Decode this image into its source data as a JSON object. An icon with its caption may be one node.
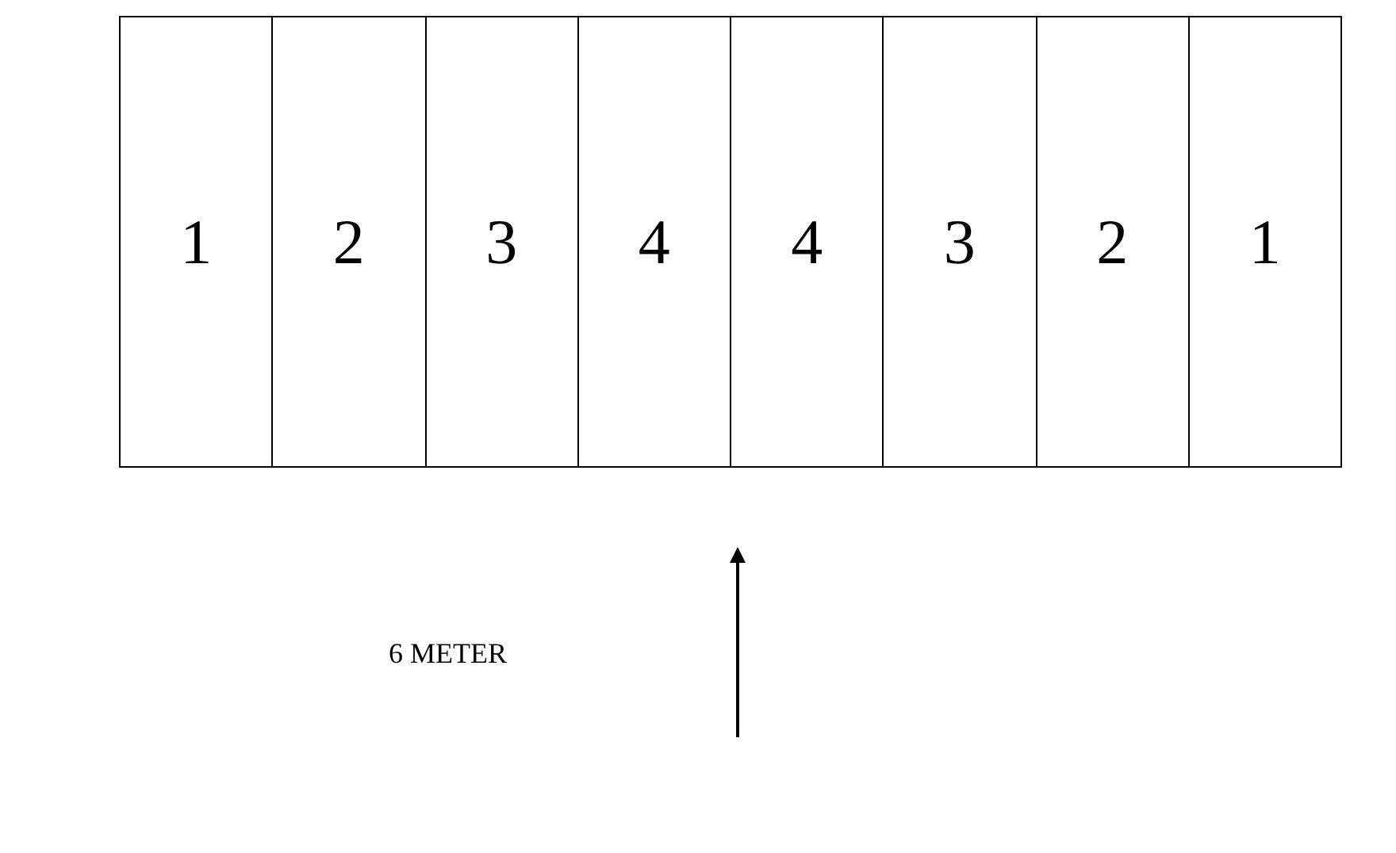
{
  "diagram": {
    "nodes": [
      {
        "text": [
          "1"
        ]
      },
      {
        "text": [
          "2"
        ]
      },
      {
        "text": [
          "3"
        ]
      },
      {
        "text": [
          "4"
        ]
      },
      {
        "text": [
          "4"
        ]
      },
      {
        "text": [
          "3"
        ]
      },
      {
        "text": [
          "2"
        ]
      },
      {
        "text": [
          "1"
        ]
      }
    ],
    "edges": [],
    "labels": [
      "6 METER"
    ]
  }
}
